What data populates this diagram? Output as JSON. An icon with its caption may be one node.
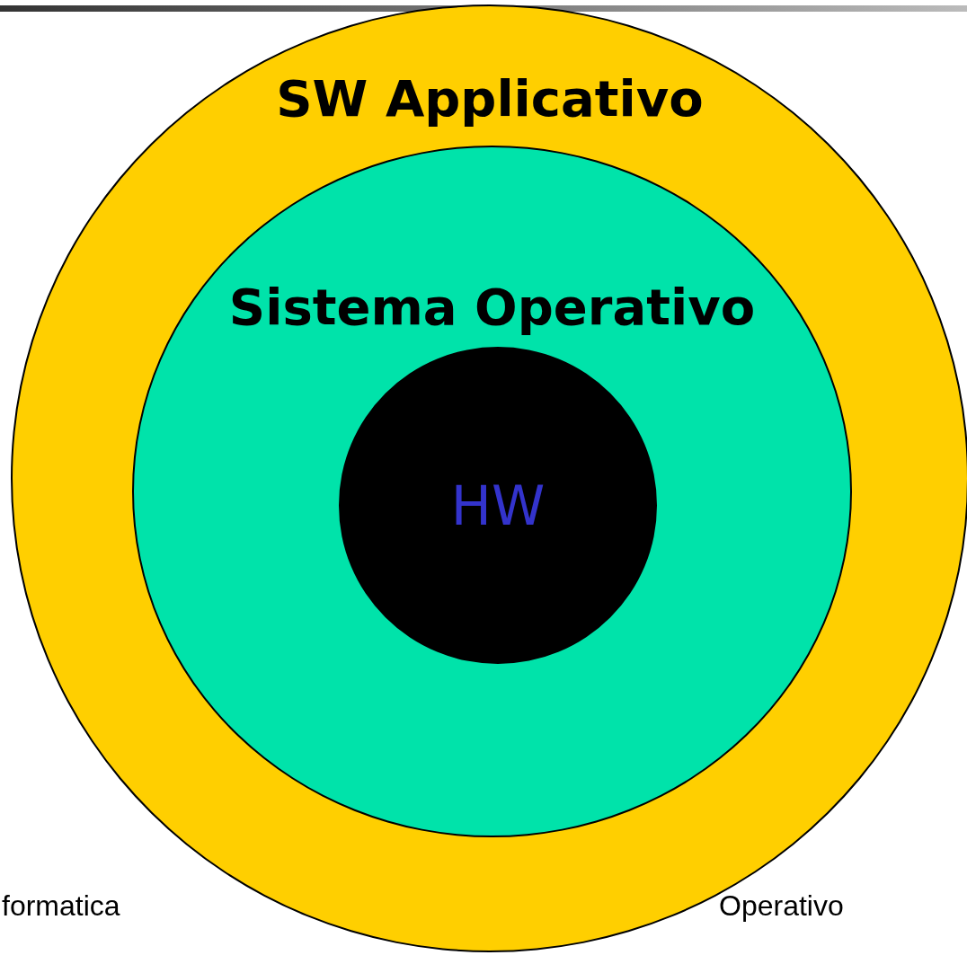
{
  "diagram": {
    "nodes": [
      {
        "text": [
          "SW Applicativo"
        ]
      },
      {
        "text": [
          "Sistema Operativo"
        ],
        "in": 0
      },
      {
        "text": [
          "HW"
        ],
        "in": 1
      }
    ],
    "labels": [
      "formatica",
      "Operativo"
    ]
  }
}
